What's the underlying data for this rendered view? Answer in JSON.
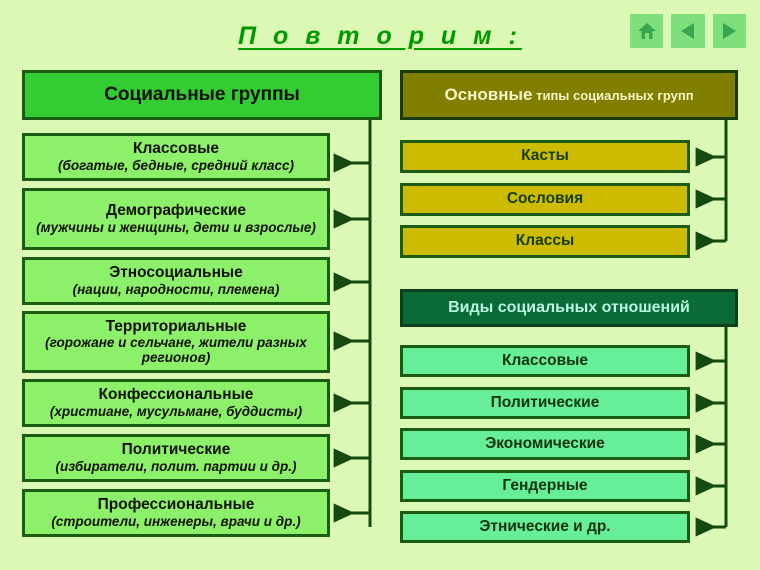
{
  "slide": {
    "title": "П о в т о р и м :",
    "background_color": "#dbf9b4",
    "title_color": "#009900"
  },
  "nav": {
    "buttons": [
      {
        "name": "home-button",
        "icon": "home-icon",
        "label": "Home"
      },
      {
        "name": "previous-button",
        "icon": "triangle-left-icon",
        "label": "Previous"
      },
      {
        "name": "next-button",
        "icon": "triangle-right-icon",
        "label": "Next"
      }
    ]
  },
  "columns": [
    {
      "id": "social-groups",
      "header": "Социальные группы",
      "header_color": "#33cc33",
      "item_color": "#8cf06a",
      "items": [
        {
          "title": "Классовые",
          "subtitle": "(богатые, бедные, средний класс)"
        },
        {
          "title": "Демографические",
          "subtitle": "(мужчины и женщины, дети и взрослые)"
        },
        {
          "title": "Этносоциальные",
          "subtitle": "(нации, народности, племена)"
        },
        {
          "title": "Территориальные",
          "subtitle": "(горожане и сельчане, жители разных регионов)"
        },
        {
          "title": "Конфессиональные",
          "subtitle": "(христиане, мусульмане, буддисты)"
        },
        {
          "title": "Политические",
          "subtitle": "(избиратели, полит. партии и др.)"
        },
        {
          "title": "Профессиональные",
          "subtitle": "(строители, инженеры, врачи и др.)"
        }
      ]
    },
    {
      "id": "main-types",
      "header_strong": "Основные",
      "header_rest": " типы социальных групп",
      "header_color": "#807f00",
      "item_color": "#ccbb00",
      "items": [
        {
          "title": "Касты"
        },
        {
          "title": "Сословия"
        },
        {
          "title": "Классы"
        }
      ]
    },
    {
      "id": "relation-types",
      "header": "Виды социальных отношений",
      "header_color": "#0b6b37",
      "item_color": "#66ee99",
      "items": [
        {
          "title": "Классовые"
        },
        {
          "title": "Политические"
        },
        {
          "title": "Экономические"
        },
        {
          "title": "Гендерные"
        },
        {
          "title": "Этнические и др."
        }
      ]
    }
  ]
}
